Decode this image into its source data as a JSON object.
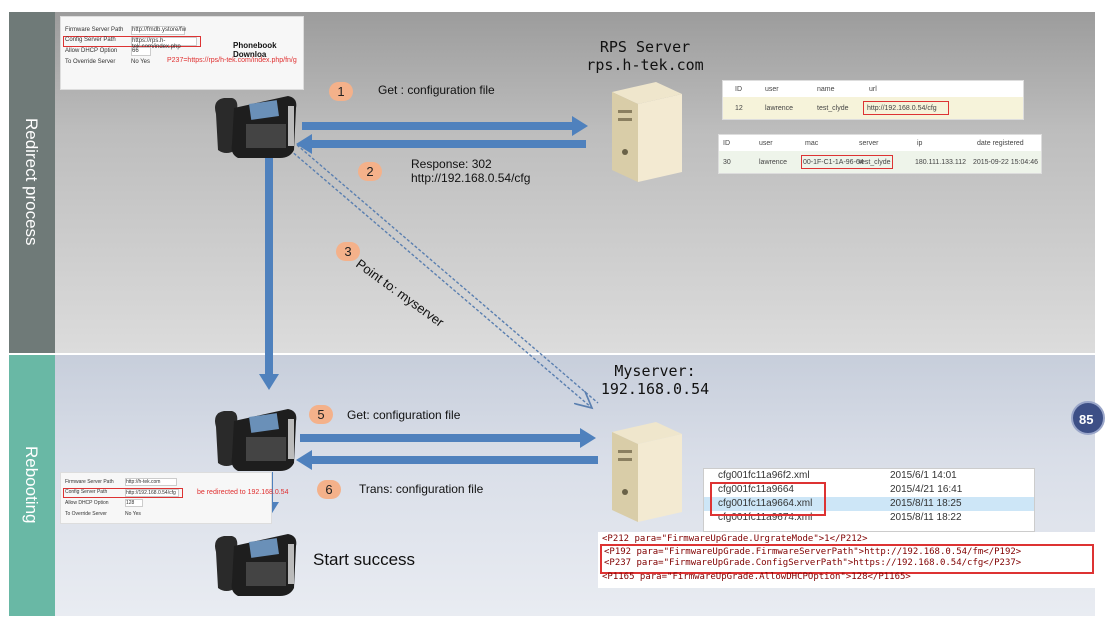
{
  "sections": {
    "redirect": "Redirect process",
    "rebooting": "Rebooting"
  },
  "rps_server": {
    "title_line1": "RPS Server",
    "title_line2": "rps.h-tek.com"
  },
  "myserver": {
    "title_line1": "Myserver:",
    "title_line2": "192.168.0.54"
  },
  "steps": [
    {
      "num": "1",
      "text": "Get : configuration file"
    },
    {
      "num": "2",
      "text_line1": "Response:   302",
      "text_line2": "http://192.168.0.54/cfg"
    },
    {
      "num": "3",
      "text": "Point to: myserver"
    },
    {
      "num": "5",
      "text": "Get: configuration file"
    },
    {
      "num": "6",
      "text": "Trans: configuration file"
    }
  ],
  "start_success": "Start success",
  "top_snippet": {
    "rows": [
      {
        "label": "Firmware Server Path",
        "value": "http://fmdb.ystore/fw"
      },
      {
        "label": "Config Server Path",
        "value": "https://rps.h-tek.com/index.php"
      },
      {
        "label": "Allow DHCP Option",
        "value": "66"
      },
      {
        "label": "To Override Server",
        "value": "No   Yes"
      }
    ],
    "side_title": "Phonebook Downloa",
    "annotation": "P237=https://rps/h-tek.com/index.php/fn/g"
  },
  "bottom_snippet": {
    "rows": [
      {
        "label": "Firmware Server Path",
        "value": "http://h-tek.com"
      },
      {
        "label": "Config Server Path",
        "value": "http://192.168.0.54/cfg"
      },
      {
        "label": "Allow DHCP Option",
        "value": "128"
      },
      {
        "label": "To Override Server",
        "value": "No   Yes"
      }
    ],
    "annotation": "be redirected to 192.168.0.54"
  },
  "rps_table1": {
    "headers": [
      "ID",
      "user",
      "name",
      "url"
    ],
    "row": [
      "12",
      "lawrence",
      "test_clyde",
      "http://192.168.0.54/cfg"
    ]
  },
  "rps_table2": {
    "headers": [
      "ID",
      "user",
      "mac",
      "server",
      "ip",
      "date registered"
    ],
    "row": [
      "30",
      "lawrence",
      "00-1F-C1-1A-96-64",
      "test_clyde",
      "180.111.133.112",
      "2015-09-22 15:04:46"
    ]
  },
  "files": [
    {
      "name": "cfg001fc11a96f2.xml",
      "date": "2015/6/1 14:01"
    },
    {
      "name": "cfg001fc11a9664",
      "date": "2015/4/21 16:41"
    },
    {
      "name": "cfg001fc11a9664.xml",
      "date": "2015/8/11 18:25"
    },
    {
      "name": "cfg001fc11a9674.xml",
      "date": "2015/8/11 18:22"
    }
  ],
  "xml_lines": [
    "<P212 para=\"FirmwareUpGrade.UrgrateMode\">1</P212>",
    "<P192 para=\"FirmwareUpGrade.FirmwareServerPath\">http://192.168.0.54/fm</P192>",
    "<P237 para=\"FirmwareUpGrade.ConfigServerPath\">https://192.168.0.54/cfg</P237>",
    "<P1165 para=\"FirmwareUpGrade.AllowDHCPOption\">128</P1165>"
  ],
  "badge": "85",
  "colors": {
    "arrow": "#4f81bd",
    "step_circle": "#f4b18a",
    "highlight": "#dd3333",
    "side_top": "#6f7a78",
    "side_bottom": "#69b8a5"
  },
  "icons": [
    "ip-phone-icon",
    "server-tower-icon"
  ]
}
